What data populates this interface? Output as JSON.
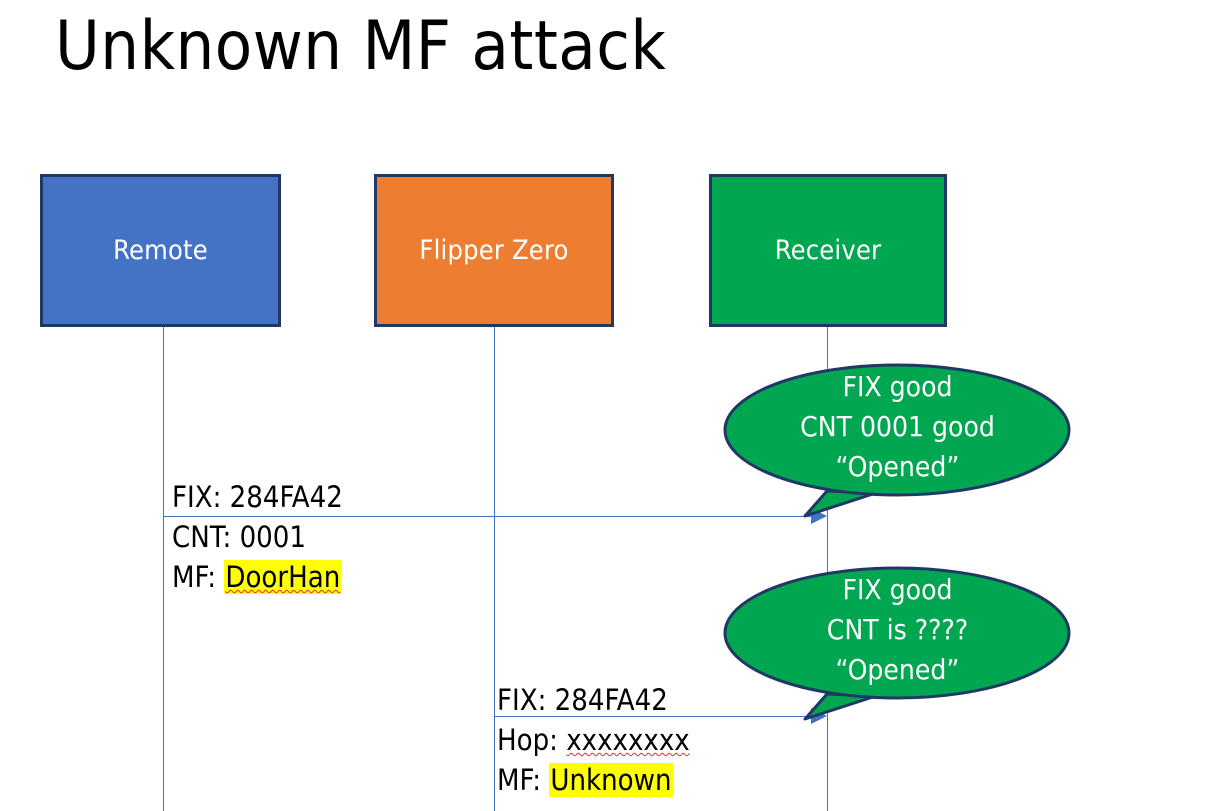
{
  "slide": {
    "title": "Unknown MF attack",
    "background": "#FFFFFF"
  },
  "colors": {
    "remote_fill": "#4472C4",
    "flipper_fill": "#ED7D31",
    "receiver_fill": "#00A650",
    "box_border": "#1F3864",
    "lifeline": "#4472C4",
    "arrow": "#4472C4",
    "bubble_fill": "#00A650",
    "bubble_border": "#1F3864",
    "highlight": "#FFFF00",
    "spellcheck": "#E03030",
    "text_dark": "#000000",
    "text_light": "#FFFFFF"
  },
  "actors": [
    {
      "id": "remote",
      "label": "Remote"
    },
    {
      "id": "flipper",
      "label": "Flipper Zero"
    },
    {
      "id": "receiver",
      "label": "Receiver"
    }
  ],
  "messages": [
    {
      "id": "msg-1",
      "from": "remote",
      "to": "receiver",
      "lines": [
        {
          "label": "FIX: ",
          "value": "284FA42",
          "highlight": false,
          "spellcheck": false
        },
        {
          "label": "CNT: ",
          "value": "0001",
          "highlight": false,
          "spellcheck": false
        },
        {
          "label": "MF: ",
          "value": "DoorHan",
          "highlight": true,
          "spellcheck": true
        }
      ]
    },
    {
      "id": "msg-2",
      "from": "flipper",
      "to": "receiver",
      "lines": [
        {
          "label": "FIX: ",
          "value": "284FA42",
          "highlight": false,
          "spellcheck": false
        },
        {
          "label": "Hop: ",
          "value": "xxxxxxxx",
          "highlight": false,
          "spellcheck": true
        },
        {
          "label": "MF: ",
          "value": "Unknown",
          "highlight": true,
          "spellcheck": false
        }
      ]
    }
  ],
  "bubbles": [
    {
      "id": "bubble-1",
      "owner": "receiver",
      "lines": [
        "FIX good",
        "CNT 0001 good",
        "“Opened”"
      ]
    },
    {
      "id": "bubble-2",
      "owner": "receiver",
      "lines": [
        "FIX good",
        "CNT is ????",
        "“Opened”"
      ]
    }
  ]
}
